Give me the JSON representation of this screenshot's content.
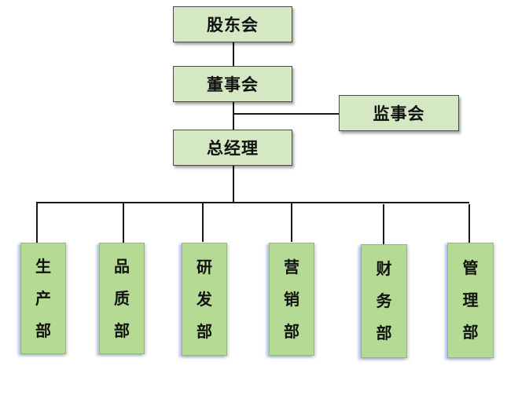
{
  "chart": {
    "top_nodes": {
      "shareholders": "股东会",
      "board": "董事会",
      "supervisors": "监事会",
      "gm": "总经理"
    },
    "departments": [
      {
        "name": "生产部",
        "chars": [
          "生",
          "产",
          "部"
        ]
      },
      {
        "name": "品质部",
        "chars": [
          "品",
          "质",
          "部"
        ]
      },
      {
        "name": "研发部",
        "chars": [
          "研",
          "发",
          "部"
        ]
      },
      {
        "name": "营销部",
        "chars": [
          "营",
          "销",
          "部"
        ]
      },
      {
        "name": "财务部",
        "chars": [
          "财",
          "务",
          "部"
        ]
      },
      {
        "name": "管理部",
        "chars": [
          "管",
          "理",
          "部"
        ]
      }
    ],
    "colors": {
      "top_fill": "#d4e8c4",
      "dept_fill": "#b4da94",
      "line": "#1a1a1a"
    }
  }
}
